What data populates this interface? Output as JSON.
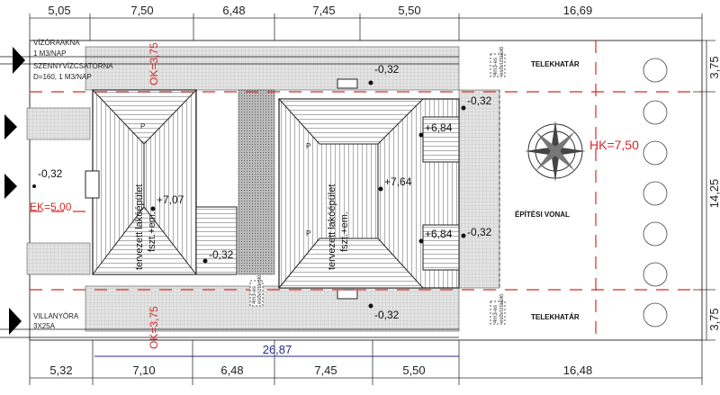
{
  "dimensions": {
    "top": [
      "5,05",
      "7,50",
      "6,48",
      "7,45",
      "5,50",
      "16,69"
    ],
    "bottom": [
      "5,32",
      "7,10",
      "6,48",
      "7,45",
      "5,50",
      "16,48"
    ],
    "right": [
      "3,75",
      "14,25",
      "3,75"
    ],
    "overall": "26,87"
  },
  "utilities": {
    "water": "VÍZÓRAAKNA",
    "water_rate": "1 M3/NAP",
    "sewer": "SZENNYVÍZCSATORNA",
    "sewer_spec": "D=160, 1 M3/NAP",
    "electric": "VILLANYÓRA",
    "electric_spec": "3X25A"
  },
  "setbacks": {
    "ok_top": "OK=3,75",
    "ok_bottom": "OK=3,75",
    "ek": "EK=5,00",
    "hk": "HK=7,50"
  },
  "labels": {
    "boundary_top": "TELEKHATÁR",
    "boundary_bottom": "TELEKHATÁR",
    "building_line": "ÉPÍTÉSI VONAL",
    "building_left": [
      "tervezett lakóépület",
      "fszt.+em."
    ],
    "building_right": [
      "tervezett lakóépület",
      "fszt.+em."
    ],
    "tank": [
      "4m3-es",
      "esővíztároló"
    ],
    "parking": "P"
  },
  "levels": {
    "left_entry": "-0,32",
    "left_ridge": "+7,07",
    "left_side": "-0,32",
    "right_top": "-0,32",
    "right_top_side": "-0,32",
    "right_ridge_top": "+6,84",
    "right_ridge_mid": "+7,64",
    "right_ridge_bottom": "+6,84",
    "right_bottom_side": "-0,32",
    "right_bottom": "-0,32"
  },
  "colors": {
    "setback": "#d42a2a",
    "overall_dim": "#2a2a8a"
  }
}
